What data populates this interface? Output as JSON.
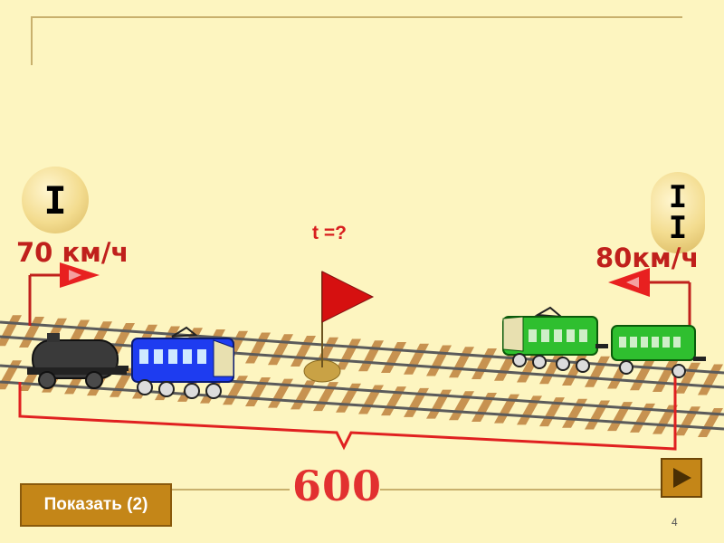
{
  "slide": {
    "train_1": {
      "number": "I",
      "speed": "70 км/ч"
    },
    "train_2": {
      "number": "I\nI",
      "speed": "80км/ч"
    },
    "question": "t =?",
    "distance": "600",
    "show_button_label": "Показать (2)",
    "slide_number": "4"
  },
  "colors": {
    "background": "#fdf5c0",
    "accent_red": "#e02020",
    "button": "#c48618",
    "rail": "#5b5b5b",
    "sleeper": "#c79250",
    "blue_train": "#1e3cf0",
    "green_train": "#2fbf2f",
    "tank_car": "#3a3a3a",
    "flag": "#d61010"
  },
  "icons": [
    "flag-icon",
    "arrow-right-icon",
    "arrow-left-icon",
    "play-icon"
  ]
}
